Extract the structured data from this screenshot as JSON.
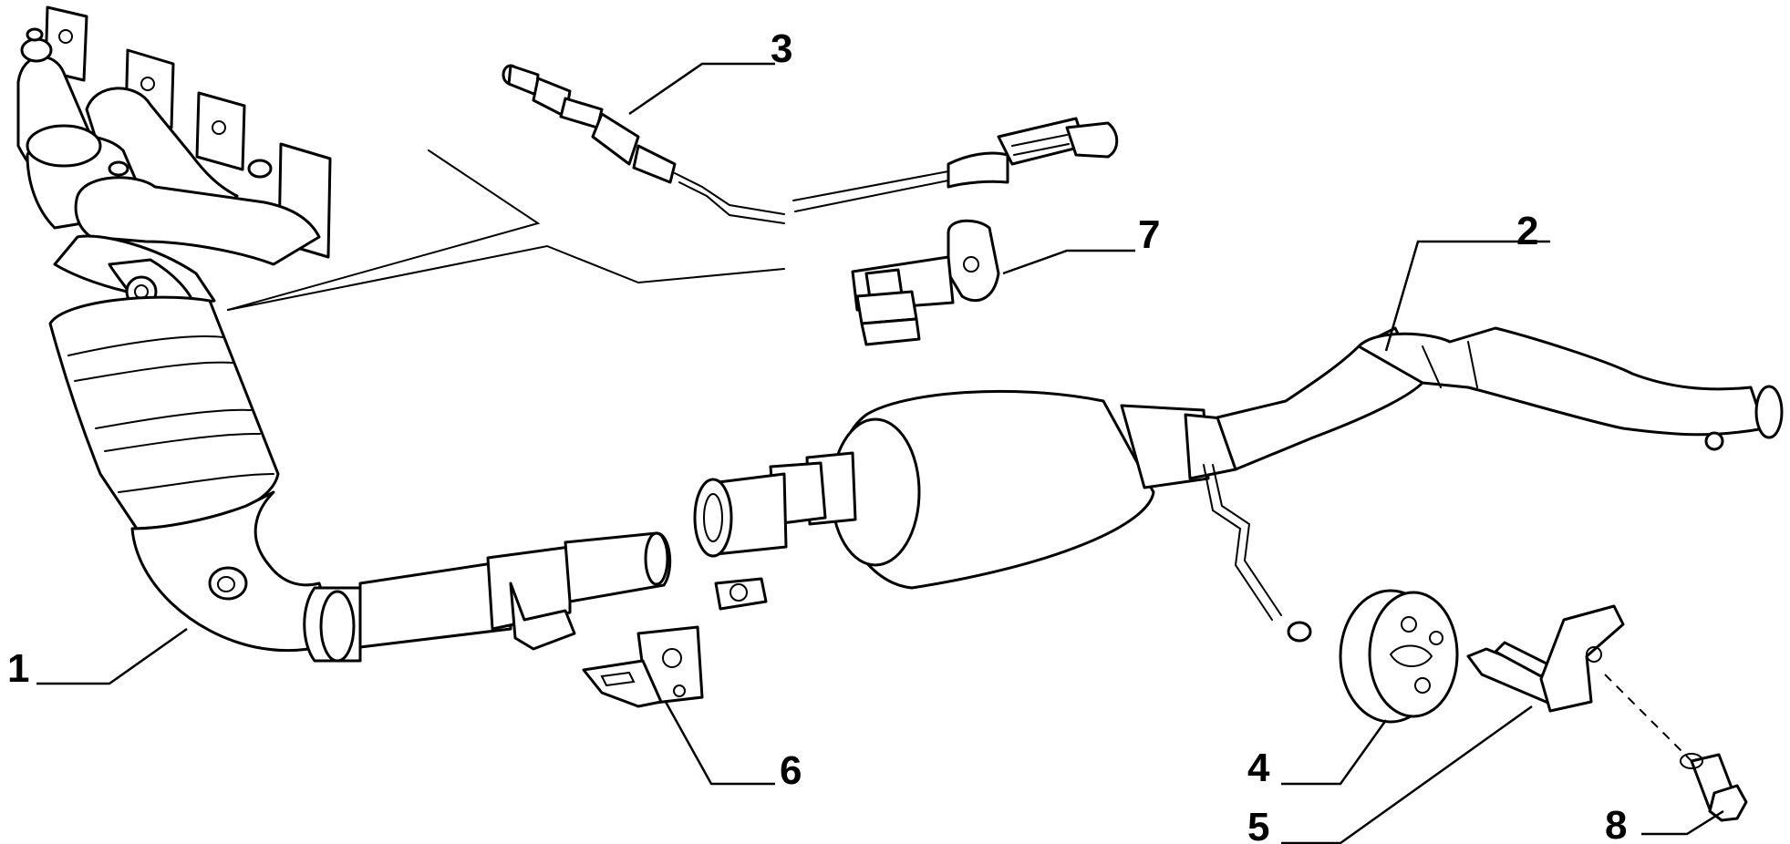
{
  "diagram": {
    "callouts": [
      "1",
      "2",
      "3",
      "4",
      "5",
      "6",
      "7",
      "8"
    ]
  }
}
